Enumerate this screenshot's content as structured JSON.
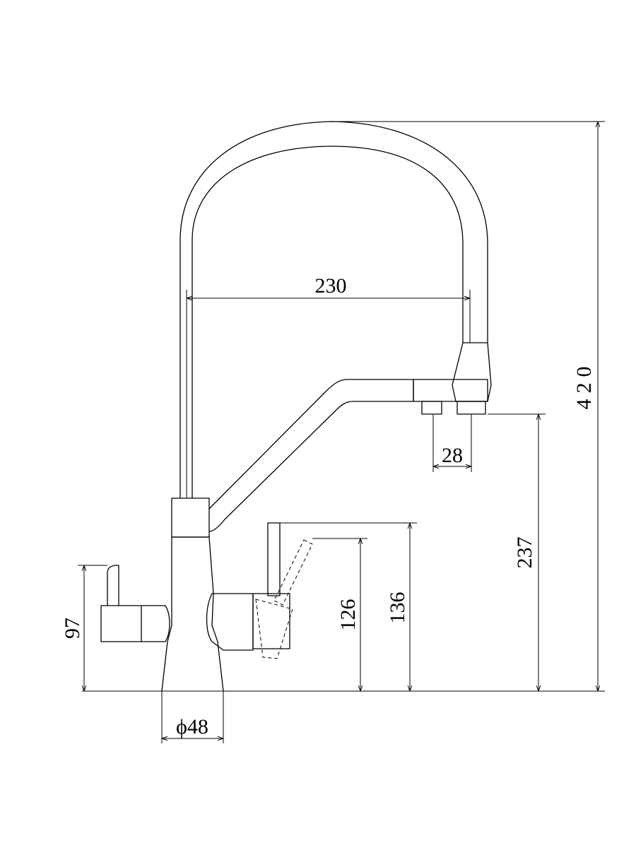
{
  "dimensions": {
    "spout_reach": "230",
    "total_height": "420",
    "outlet_spacing": "28",
    "outlet_height": "237",
    "filter_spout_height": "136",
    "filter_outlet_height": "126",
    "handle_height": "97",
    "base_diameter": "ϕ48"
  }
}
